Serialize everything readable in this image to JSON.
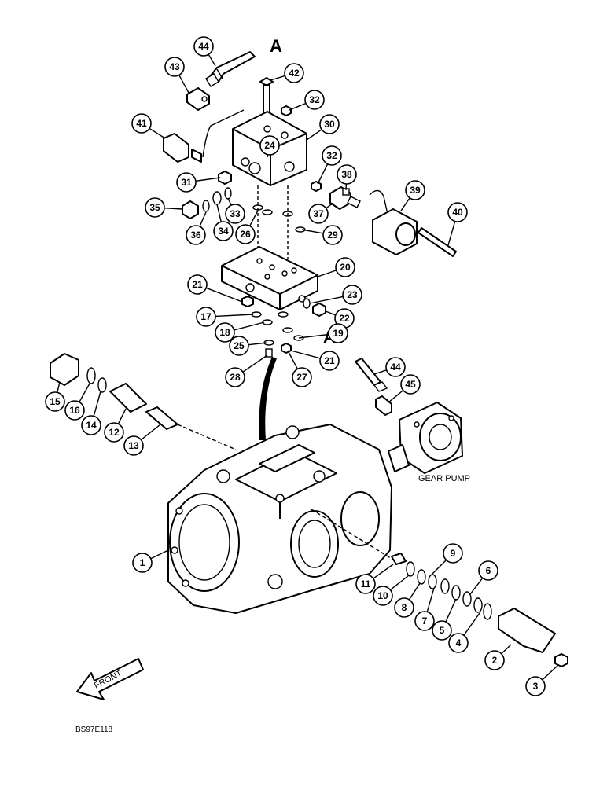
{
  "diagram": {
    "section_letter": "A",
    "gear_pump_label": "GEAR PUMP",
    "front_label": "FRONT",
    "figure_code": "BS97E118",
    "callouts": [
      {
        "id": "c44a",
        "label": "44"
      },
      {
        "id": "c43",
        "label": "43"
      },
      {
        "id": "c42",
        "label": "42"
      },
      {
        "id": "c32a",
        "label": "32"
      },
      {
        "id": "c41",
        "label": "41"
      },
      {
        "id": "c30",
        "label": "30"
      },
      {
        "id": "c24",
        "label": "24"
      },
      {
        "id": "c32b",
        "label": "32"
      },
      {
        "id": "c31",
        "label": "31"
      },
      {
        "id": "c38",
        "label": "38"
      },
      {
        "id": "c39",
        "label": "39"
      },
      {
        "id": "c35",
        "label": "35"
      },
      {
        "id": "c33",
        "label": "33"
      },
      {
        "id": "c37",
        "label": "37"
      },
      {
        "id": "c40",
        "label": "40"
      },
      {
        "id": "c36",
        "label": "36"
      },
      {
        "id": "c34",
        "label": "34"
      },
      {
        "id": "c26",
        "label": "26"
      },
      {
        "id": "c29",
        "label": "29"
      },
      {
        "id": "c20",
        "label": "20"
      },
      {
        "id": "c21a",
        "label": "21"
      },
      {
        "id": "c23",
        "label": "23"
      },
      {
        "id": "c17",
        "label": "17"
      },
      {
        "id": "c22",
        "label": "22"
      },
      {
        "id": "c18",
        "label": "18"
      },
      {
        "id": "c19",
        "label": "19"
      },
      {
        "id": "c25",
        "label": "25"
      },
      {
        "id": "c21b",
        "label": "21"
      },
      {
        "id": "c44b",
        "label": "44"
      },
      {
        "id": "c28",
        "label": "28"
      },
      {
        "id": "c27",
        "label": "27"
      },
      {
        "id": "c45",
        "label": "45"
      },
      {
        "id": "c15",
        "label": "15"
      },
      {
        "id": "c16",
        "label": "16"
      },
      {
        "id": "c14",
        "label": "14"
      },
      {
        "id": "c12",
        "label": "12"
      },
      {
        "id": "c13",
        "label": "13"
      },
      {
        "id": "c1",
        "label": "1"
      },
      {
        "id": "c9",
        "label": "9"
      },
      {
        "id": "c6",
        "label": "6"
      },
      {
        "id": "c11",
        "label": "11"
      },
      {
        "id": "c10",
        "label": "10"
      },
      {
        "id": "c8",
        "label": "8"
      },
      {
        "id": "c7",
        "label": "7"
      },
      {
        "id": "c5",
        "label": "5"
      },
      {
        "id": "c4",
        "label": "4"
      },
      {
        "id": "c2",
        "label": "2"
      },
      {
        "id": "c3",
        "label": "3"
      }
    ]
  }
}
